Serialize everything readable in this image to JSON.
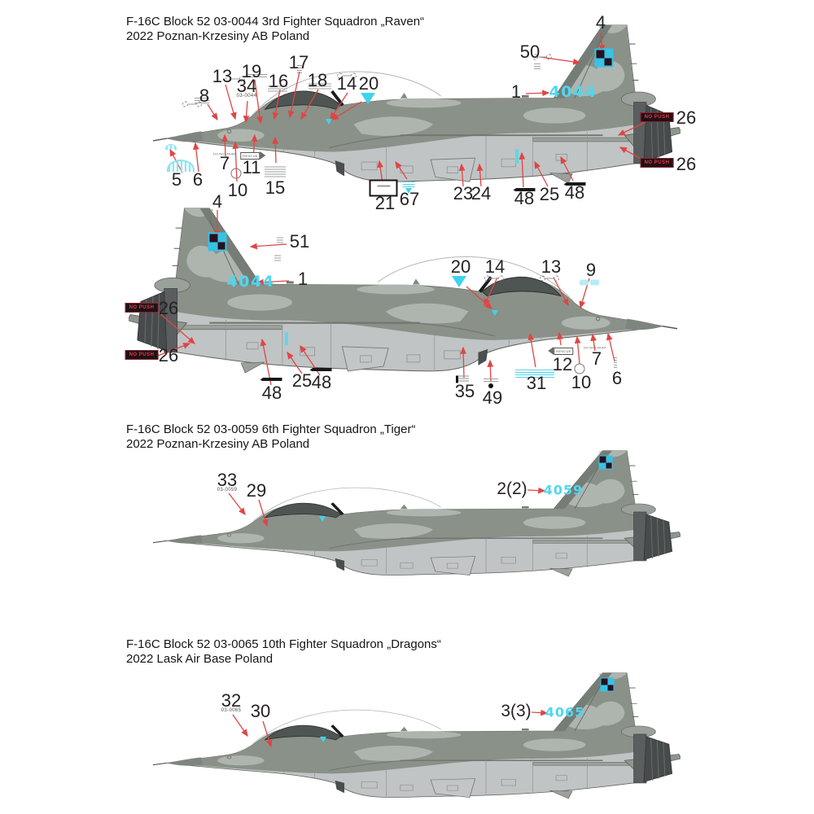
{
  "labels": {
    "no_push": "NO PUSH",
    "rescue": "RESCUE",
    "do_not_paint": "DO NOT PAINT"
  },
  "colors": {
    "accent_cyan": "#41d2ec",
    "tail_number_cyan": "#4fd7f0",
    "arrow_red": "#e04545",
    "camo_dark": "#8a9188",
    "camo_light": "#aeb5ae",
    "belly_gray": "#c0c4c5",
    "no_push_bg": "#1f1118",
    "no_push_red": "#e23b3f"
  },
  "profiles": [
    {
      "title1": "F-16C Block 52 03-0044 3rd Fighter Squadron „Raven“",
      "title2": "2022 Poznan-Krzesiny AB Poland",
      "tail_number": "4044",
      "serial": "03-0044",
      "callouts": {
        "insignia": "4",
        "fin": "50",
        "tailnum": "1",
        "np1": "26",
        "np2": "26",
        "r8": "8",
        "r13": "13",
        "r19": "19",
        "r34": "34",
        "r16": "16",
        "r17": "17",
        "r18": "18",
        "r14": "14",
        "r20": "20",
        "b5": "5",
        "b6": "6",
        "b7": "7",
        "b10": "10",
        "b11": "11",
        "b15": "15",
        "b21": "21",
        "b67": "67",
        "b23": "23",
        "b24": "24",
        "b48a": "48",
        "b25": "25",
        "b48b": "48"
      }
    },
    {
      "tail_number": "4044",
      "callouts": {
        "insignia": "4",
        "fin": "51",
        "tailnum": "1",
        "np1": "26",
        "np2": "26",
        "t20": "20",
        "t14": "14",
        "t13": "13",
        "t9": "9",
        "b48a": "48",
        "b25": "25",
        "b48b": "48",
        "b35": "35",
        "b49": "49",
        "b31": "31",
        "b12": "12",
        "b10": "10",
        "b7": "7",
        "b6": "6"
      }
    },
    {
      "title1": "F-16C Block 52 03-0059 6th Fighter Squadron „Tiger“",
      "title2": "2022 Poznan-Krzesiny AB Poland",
      "tail_number": "4059",
      "serial": "03-0059",
      "callouts": {
        "c33": "33",
        "c29": "29",
        "tailnum": "2(2)"
      }
    },
    {
      "title1": "F-16C Block 52 03-0065 10th Fighter Squadron „Dragons“",
      "title2": "2022 Lask Air Base Poland",
      "tail_number": "4065",
      "serial": "03-0065",
      "callouts": {
        "c32": "32",
        "c30": "30",
        "tailnum": "3(3)"
      }
    }
  ]
}
